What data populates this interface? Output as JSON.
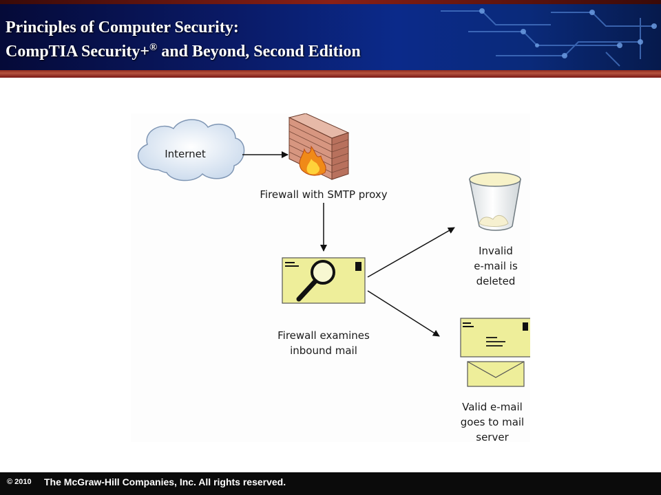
{
  "header": {
    "title_line1": "Principles of Computer Security:",
    "title_line2_main": "CompTIA Security+",
    "title_line2_sup": "®",
    "title_line2_rest": " and Beyond, Second Edition"
  },
  "diagram": {
    "internet_label": "Internet",
    "firewall_label": "Firewall with SMTP proxy",
    "examine_label_line1": "Firewall examines",
    "examine_label_line2": "inbound mail",
    "invalid_label_line1": "Invalid",
    "invalid_label_line2": "e-mail is",
    "invalid_label_line3": "deleted",
    "valid_label_line1": "Valid e-mail",
    "valid_label_line2": "goes to mail",
    "valid_label_line3": "server"
  },
  "footer": {
    "copyright": "© 2010",
    "company": "The McGraw-Hill Companies, Inc. All rights reserved."
  },
  "colors": {
    "banner_blue": "#0a1a66",
    "banner_red": "#7a1714",
    "envelope_yellow": "#eeee9a",
    "cloud_blue": "#dde8f4"
  }
}
